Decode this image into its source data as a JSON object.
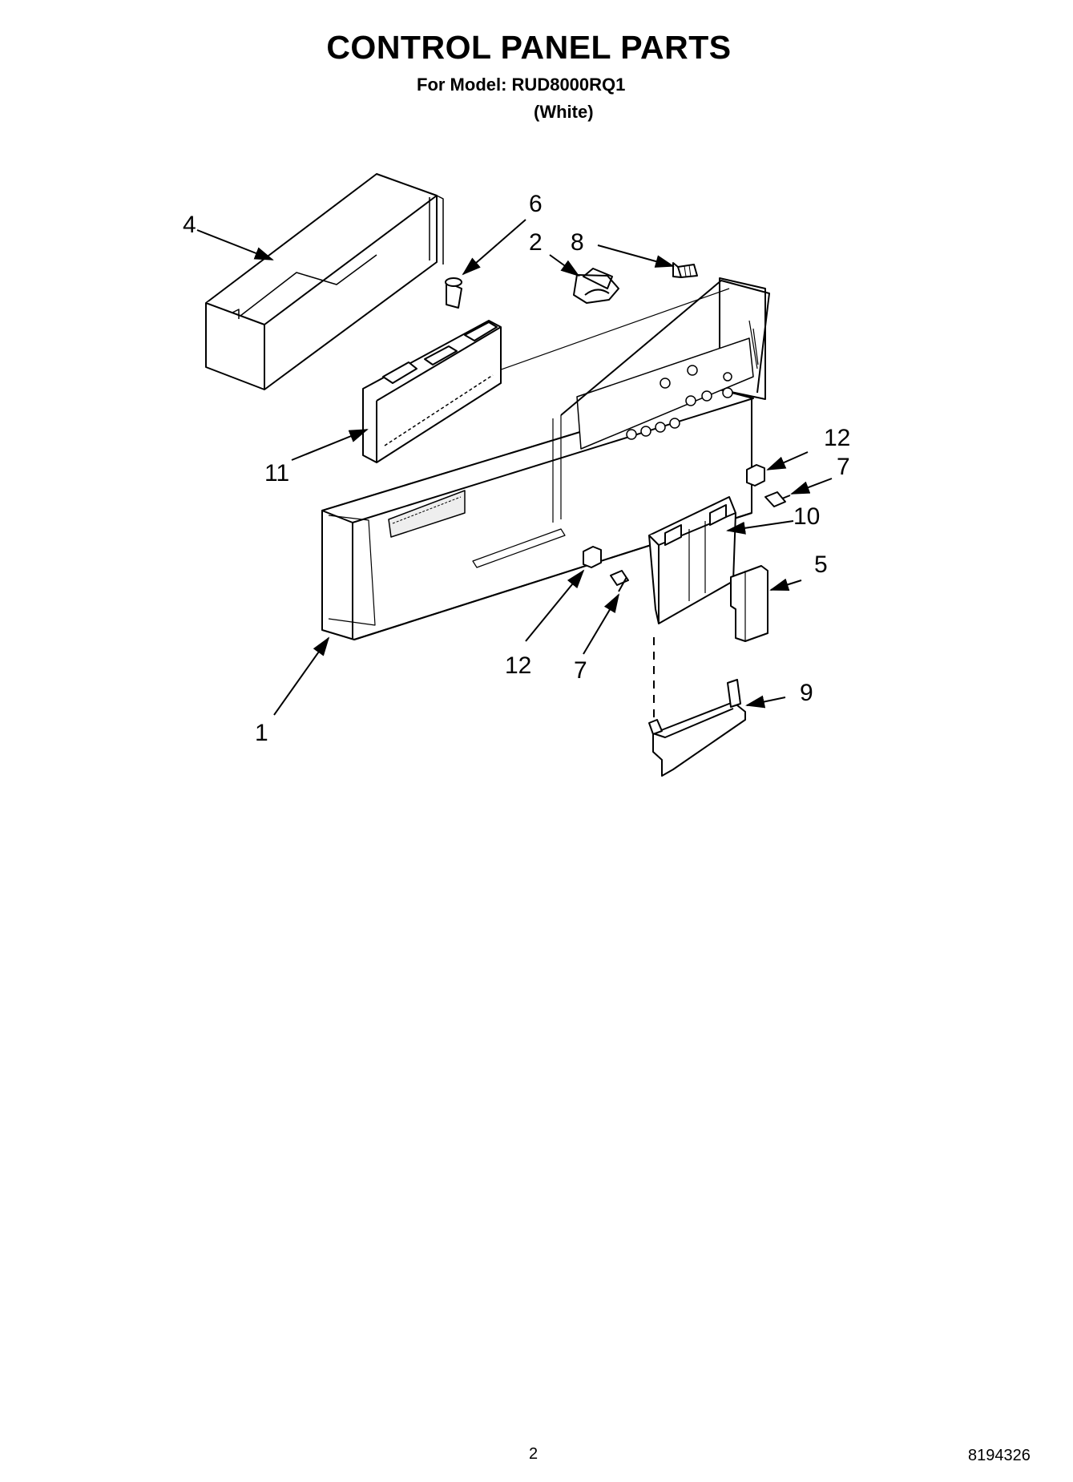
{
  "header": {
    "title": "CONTROL PANEL PARTS",
    "model_line": "For Model: RUD8000RQ1",
    "variant": "(White)"
  },
  "callouts": {
    "c1": "1",
    "c2": "2",
    "c4": "4",
    "c5": "5",
    "c6": "6",
    "c7a": "7",
    "c7b": "7",
    "c8": "8",
    "c9": "9",
    "c10": "10",
    "c11": "11",
    "c12a": "12",
    "c12b": "12"
  },
  "footer": {
    "page_number": "2",
    "document_number": "8194326"
  }
}
